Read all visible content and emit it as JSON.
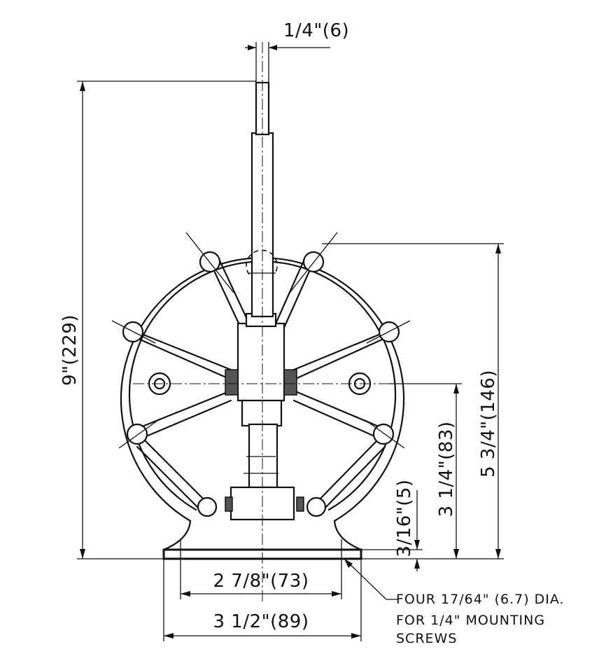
{
  "dimensions": {
    "stem_diameter": "1/4\"(6)",
    "overall_height": "9\"(229)",
    "housing_height": "5 3/4\"(146)",
    "center_height": "3 1/4\"(83)",
    "base_thickness": "3/16\"(5)",
    "hole_spacing": "2 7/8\"(73)",
    "base_width": "3 1/2\"(89)"
  },
  "note": {
    "line1": "FOUR 17/64\" (6.7) DIA.",
    "line2": "FOR 1/4\" MOUNTING",
    "line3": "SCREWS"
  }
}
